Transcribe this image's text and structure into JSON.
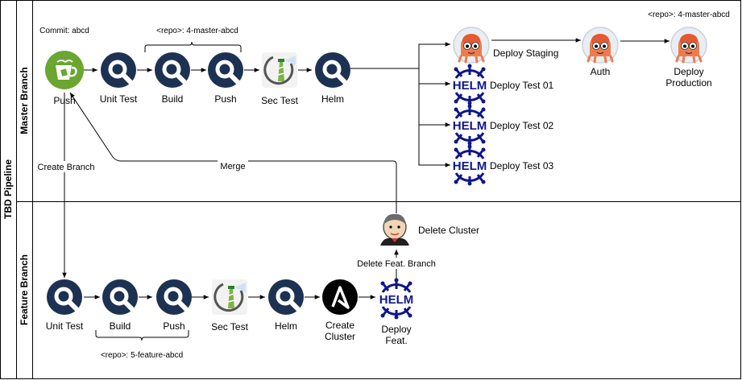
{
  "pool": {
    "title": "TBD Pipeline"
  },
  "lanes": {
    "master": "Master Branch",
    "feature": "Feature Branch"
  },
  "master": {
    "commit_label": "Commit: abcd",
    "repo_label": "<repo>: 4-master-abcd",
    "push": "Push",
    "unit_test": "Unit Test",
    "build": "Build",
    "push_image": "Push",
    "sec_test": "Sec Test",
    "helm": "Helm",
    "deploy_staging": "Deploy Staging",
    "deploy_test_01": "Deploy Test 01",
    "deploy_test_02": "Deploy Test 02",
    "deploy_test_03": "Deploy Test 03",
    "auth": "Auth",
    "deploy_production_line1": "Deploy",
    "deploy_production_line2": "Production",
    "repo_label_prod": "<repo>: 4-master-abcd"
  },
  "edges": {
    "create_branch": "Create Branch",
    "merge": "Merge",
    "delete_feat_branch": "Delete Feat. Branch"
  },
  "feature": {
    "unit_test": "Unit Test",
    "build": "Build",
    "push": "Push",
    "sec_test": "Sec Test",
    "helm": "Helm",
    "create_cluster_line1": "Create",
    "create_cluster_line2": "Cluster",
    "deploy_feat_line1": "Deploy",
    "deploy_feat_line2": "Feat.",
    "delete_cluster": "Delete Cluster",
    "repo_label": "<repo>: 5-feature-abcd"
  },
  "icons": {
    "git_push": "git-cup-icon",
    "ci_step": "magnifier-circle-icon",
    "security_scan": "lighthouse-scan-icon",
    "helm": "helm-wheel-icon",
    "argo": "argo-octopus-icon",
    "ansible": "ansible-icon",
    "jenkins": "jenkins-butler-icon"
  },
  "colors": {
    "ci_icon": "#1d3252",
    "git_green": "#6aa631",
    "helm_blue": "#0f1689",
    "argo_orange": "#ef7b4d",
    "ansible_black": "#000000",
    "line": "#000000"
  }
}
